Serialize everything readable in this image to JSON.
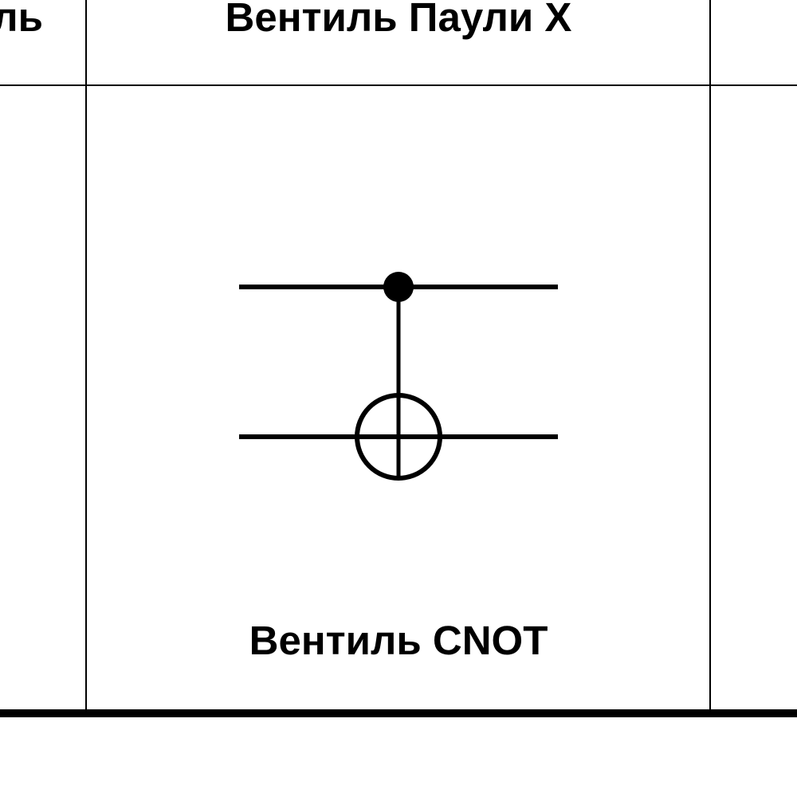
{
  "table": {
    "header": {
      "left_cell_partial": "ль",
      "center_cell": "Вентиль Паули X",
      "right_cell": ""
    },
    "row": {
      "center_cell": {
        "diagram": "cnot-gate-circuit",
        "caption": "Вентиль CNOT"
      }
    },
    "line_color": "#000000",
    "background": "#ffffff"
  },
  "circuit": {
    "gate": "CNOT",
    "wires": 2,
    "control_wire": 1,
    "target_wire": 2,
    "control_symbol": "filled-dot",
    "target_symbol": "circled-plus"
  }
}
